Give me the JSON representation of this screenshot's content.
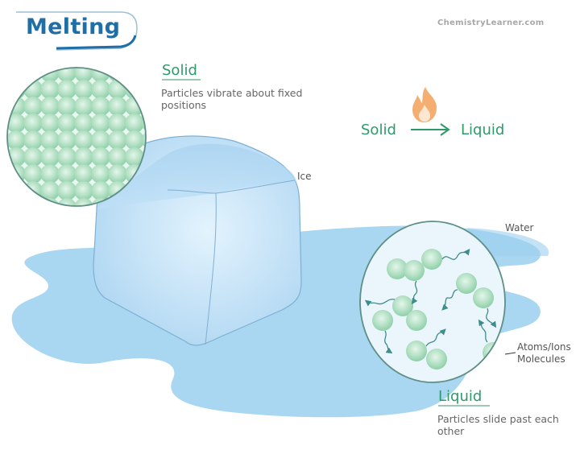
{
  "title": "Melting",
  "site": "ChemistryLearner.com",
  "solid": {
    "heading": "Solid",
    "description": "Particles vibrate about fixed positions"
  },
  "liquid": {
    "heading": "Liquid",
    "description": "Particles slide past each other"
  },
  "equation": {
    "from": "Solid",
    "to": "Liquid",
    "heat_icon": "flame-icon",
    "arrow_icon": "right-arrow-icon"
  },
  "labels": {
    "ice": "Ice",
    "water": "Water",
    "particles": "Atoms/Ions Molecules"
  },
  "colors": {
    "title_blue": "#1f6fa6",
    "green_text": "#2e9a6a",
    "water_blue": "#a9d6f0",
    "ice_blue": "#bfe0f7",
    "particle_green": "#a8dcbc",
    "flame_orange": "#f3a058"
  }
}
